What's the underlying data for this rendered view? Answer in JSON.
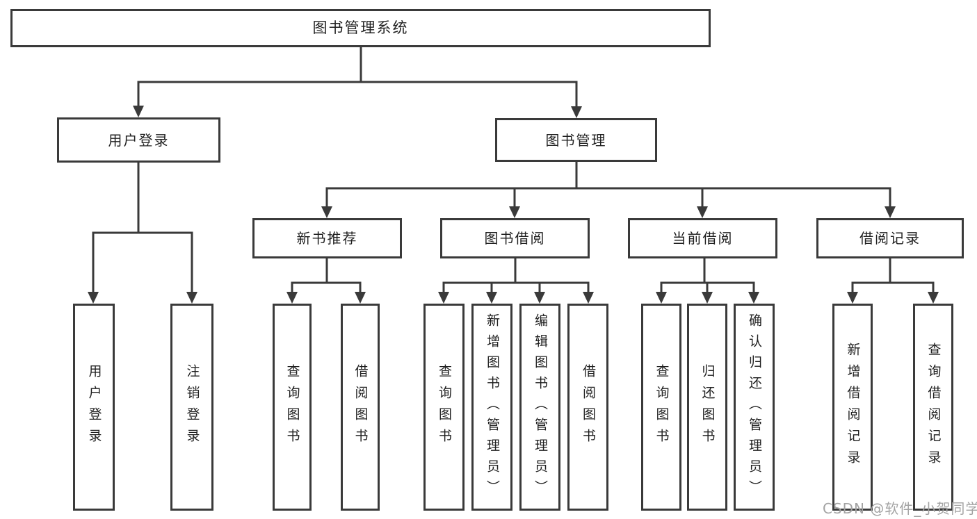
{
  "diagram": {
    "title": "图书管理系统",
    "type": "hierarchy-tree",
    "nodes": {
      "root": "图书管理系统",
      "login": "用户登录",
      "manage": "图书管理",
      "recommend": "新书推荐",
      "borrow": "图书借阅",
      "current": "当前借阅",
      "records": "借阅记录",
      "login_leaf": "用户登录",
      "logout_leaf": "注销登录",
      "rec_query": "查询图书",
      "rec_borrow": "借阅图书",
      "bor_query": "查询图书",
      "bor_add": "新增图书（管理员）",
      "bor_edit": "编辑图书（管理员）",
      "bor_borrow": "借阅图书",
      "cur_query": "查询图书",
      "cur_return": "归还图书",
      "cur_confirm": "确认归还（管理员）",
      "recs_add": "新增借阅记录",
      "recs_query": "查询借阅记录"
    },
    "tree": {
      "图书管理系统": {
        "用户登录": [
          "用户登录",
          "注销登录"
        ],
        "图书管理": {
          "新书推荐": [
            "查询图书",
            "借阅图书"
          ],
          "图书借阅": [
            "查询图书",
            "新增图书（管理员）",
            "编辑图书（管理员）",
            "借阅图书"
          ],
          "当前借阅": [
            "查询图书",
            "归还图书",
            "确认归还（管理员）"
          ],
          "借阅记录": [
            "新增借阅记录",
            "查询借阅记录"
          ]
        }
      }
    }
  },
  "watermark": {
    "text": "CSDN @软件_小贺同学"
  },
  "colors": {
    "background": "#ffffff",
    "line": "#3a3a3a",
    "box_border": "#3a3a3a",
    "text": "#1f1f1f",
    "watermark": "#a3a3a3"
  }
}
